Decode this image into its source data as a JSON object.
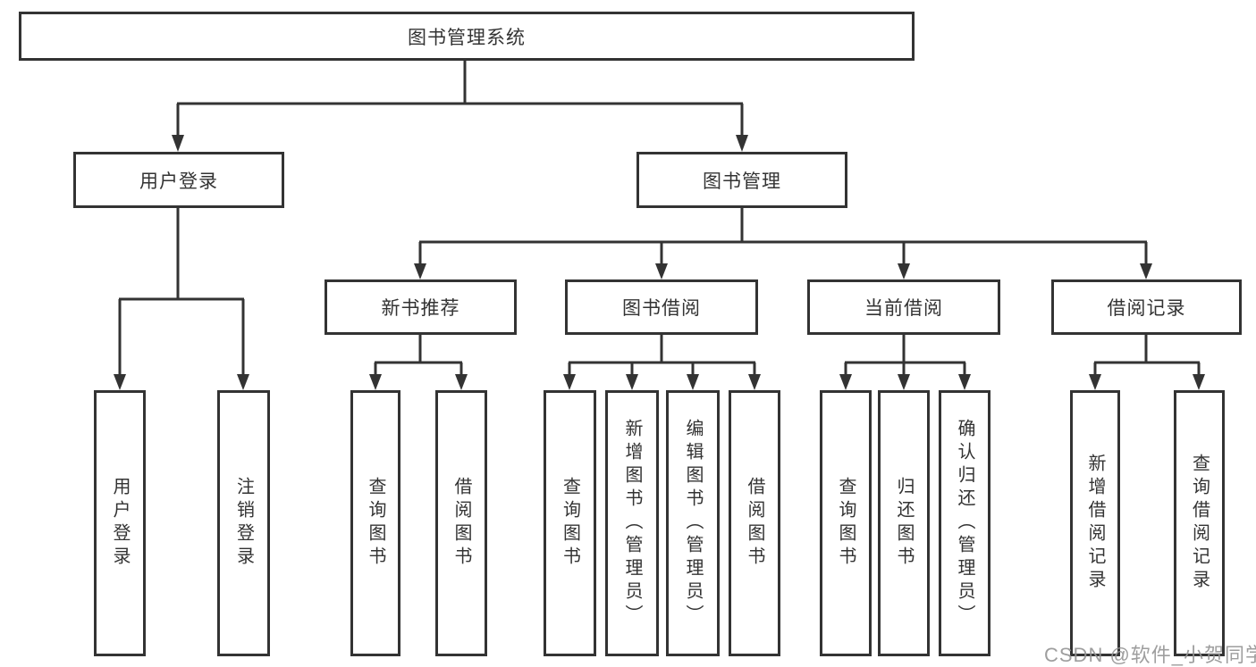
{
  "diagram": {
    "root": {
      "label": "图书管理系统"
    },
    "branches": [
      {
        "label": "用户登录",
        "children": [
          {
            "label": "用户登录"
          },
          {
            "label": "注销登录"
          }
        ]
      },
      {
        "label": "图书管理",
        "groups": [
          {
            "label": "新书推荐",
            "children": [
              {
                "label": "查询图书"
              },
              {
                "label": "借阅图书"
              }
            ]
          },
          {
            "label": "图书借阅",
            "children": [
              {
                "label": "查询图书"
              },
              {
                "label": "新增图书（管理员）"
              },
              {
                "label": "编辑图书（管理员）"
              },
              {
                "label": "借阅图书"
              }
            ]
          },
          {
            "label": "当前借阅",
            "children": [
              {
                "label": "查询图书"
              },
              {
                "label": "归还图书"
              },
              {
                "label": "确认归还（管理员）"
              }
            ]
          },
          {
            "label": "借阅记录",
            "children": [
              {
                "label": "新增借阅记录"
              },
              {
                "label": "查询借阅记录"
              }
            ]
          }
        ]
      }
    ]
  },
  "watermark": {
    "text": "CSDN @软件_小贺同学"
  },
  "colors": {
    "line": "#333333",
    "box_border": "#333333",
    "box_background": "#ffffff",
    "text": "#333333",
    "watermark": "#949494"
  }
}
